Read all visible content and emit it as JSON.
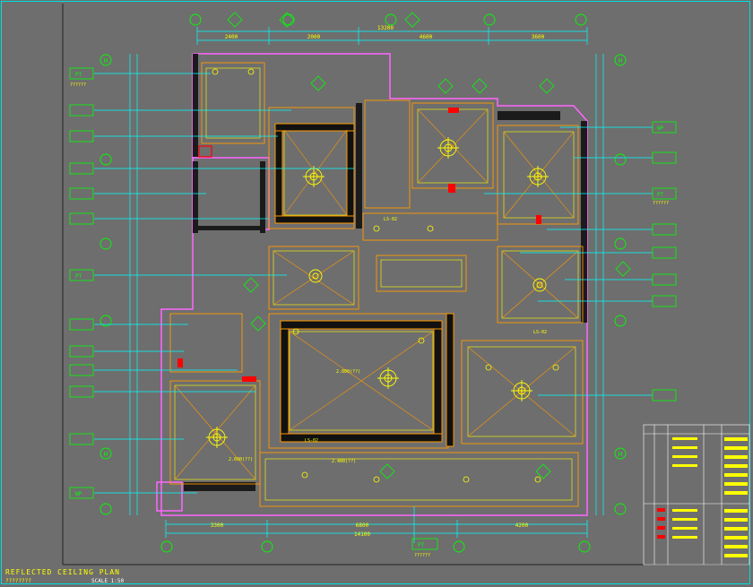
{
  "title_block": {
    "title": "REFLECTED  CEILING  PLAN",
    "subtitle": "????????",
    "scale_label": "SCALE  1:50"
  },
  "dimensions": {
    "top_total": "13200",
    "top": [
      "2400",
      "2000",
      "4600",
      "3600"
    ],
    "bottom_total": "14100",
    "bottom": [
      "3300",
      "6800",
      "4200"
    ]
  },
  "grid_bubble": "H",
  "callout_codes": [
    "PT",
    "WP"
  ],
  "callout_subtext": "??????",
  "legend_code": "LS-02",
  "rooms": {
    "living_ceiling_height": "2.800(??)",
    "dining_ceiling_height": "2.400(??)",
    "bedroom_ceiling_height": "2.600(??)"
  },
  "colors": {
    "background": "#6e6e6e",
    "frame": "#00e0e0",
    "wall": "#ff66ff",
    "beam": "#ff9900",
    "ceiling_line": "#ffff00",
    "leader": "#00ff00",
    "dim": "#00ffff",
    "mark": "#ff0000"
  }
}
